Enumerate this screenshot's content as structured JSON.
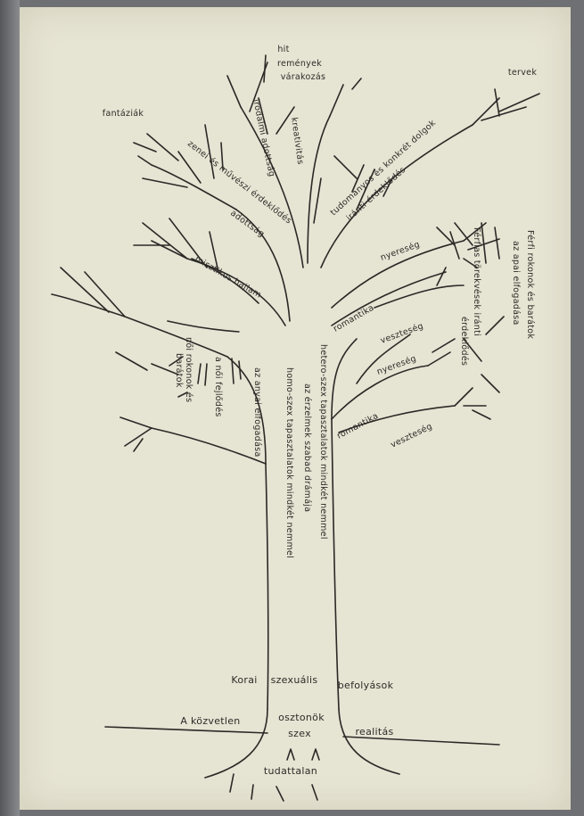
{
  "labels": {
    "hit": "hit",
    "remenyek": "remények",
    "varakozas": "várakozás",
    "tervek": "tervek",
    "fantaziak": "fantáziák",
    "irodalmi_adottsag": "irodalmi adottság",
    "kreativitas": "kreativitás",
    "zenei_muveszi": "zenei és művészi érdeklődés",
    "adottsag": "adottság",
    "tudomanyos": "tudományos és konkrét dolgok",
    "iranti_erdeklodes": "iránti érdeklődés",
    "ferfi_rokonok": "Férfi rokonok és barátok",
    "apai_elfogadasa": "az apai elfogadása",
    "ferfias_torekvesek": "Férfias törekvések iránti",
    "erdeklodes_r": "érdeklődés",
    "nyereseg1": "nyereség",
    "romantika1": "romantika",
    "veszteseg1": "veszteség",
    "nyereseg2": "nyereség",
    "romantika2": "romantika",
    "veszteseg2": "veszteség",
    "misztikus_hajlam": "misztikus hajlam",
    "noi_rokonok": "női rokonok és",
    "baratok": "barátok",
    "noi_fejlodes": "a női fejlődés",
    "anyai_elfogadasa": "az anyai elfogadása",
    "hetero": "hetero-szex tapasztalatok mindkét nemmel",
    "erzelmek": "az érzelmek szabad drámája",
    "homo": "homo-szex tapasztalatok mindkét nemmel",
    "korai": "Korai",
    "szexualis": "szexuális",
    "befolyasok": "befolyások",
    "osztonok": "osztonök",
    "szex": "szex",
    "kozvetlen": "A közvetlen",
    "realitas": "realitás",
    "tudattalan": "tudattalan"
  }
}
